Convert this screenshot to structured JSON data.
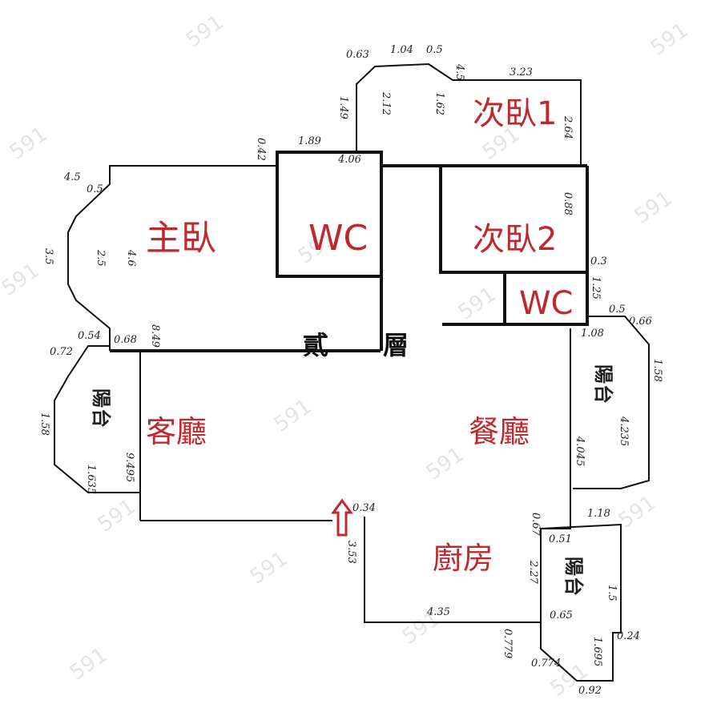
{
  "rooms": {
    "master_bedroom": "主臥",
    "wc_main": "WC",
    "bedroom1": "次臥1",
    "bedroom2": "次臥2",
    "wc_small": "WC",
    "living_room": "客廳",
    "dining_room": "餐廳",
    "kitchen": "廚房"
  },
  "floor_label": {
    "char1": "貳",
    "char2": "層"
  },
  "balcony": {
    "char1": "陽",
    "char2": "台"
  },
  "watermark": "591",
  "dimensions": {
    "d_063": "0.63",
    "d_104": "1.04",
    "d_05_top": "0.5",
    "d_045": "4.5",
    "d_323": "3.23",
    "d_149": "1.49",
    "d_212": "2.12",
    "d_162": "1.62",
    "d_264": "2.64",
    "d_042": "0.42",
    "d_189": "1.89",
    "d_406": "4.06",
    "d_45_left": "4.5",
    "d_05_left": "0.5",
    "d_3_5": "3.5",
    "d_25": "2.5",
    "d_46": "4.6",
    "d_054": "0.54",
    "d_068": "0.68",
    "d_849": "8.49",
    "d_072": "0.72",
    "d_158_left": "1.58",
    "d_1635": "1.635",
    "d_9495": "9.495",
    "d_034": "0.34",
    "d_353": "3.53",
    "d_435": "4.35",
    "d_088": "0.88",
    "d_03": "0.3",
    "d_125": "1.25",
    "d_05_right": "0.5",
    "d_066": "0.66",
    "d_108": "1.08",
    "d_158_right": "1.58",
    "d_4235": "4.235",
    "d_4045": "4.045",
    "d_118": "1.18",
    "d_067": "0.67",
    "d_051": "0.51",
    "d_227": "2.27",
    "d_065": "0.65",
    "d_15": "1.5",
    "d_0779": "0.779",
    "d_0774": "0.774",
    "d_1695": "1.695",
    "d_024": "0.24",
    "d_092": "0.92"
  }
}
